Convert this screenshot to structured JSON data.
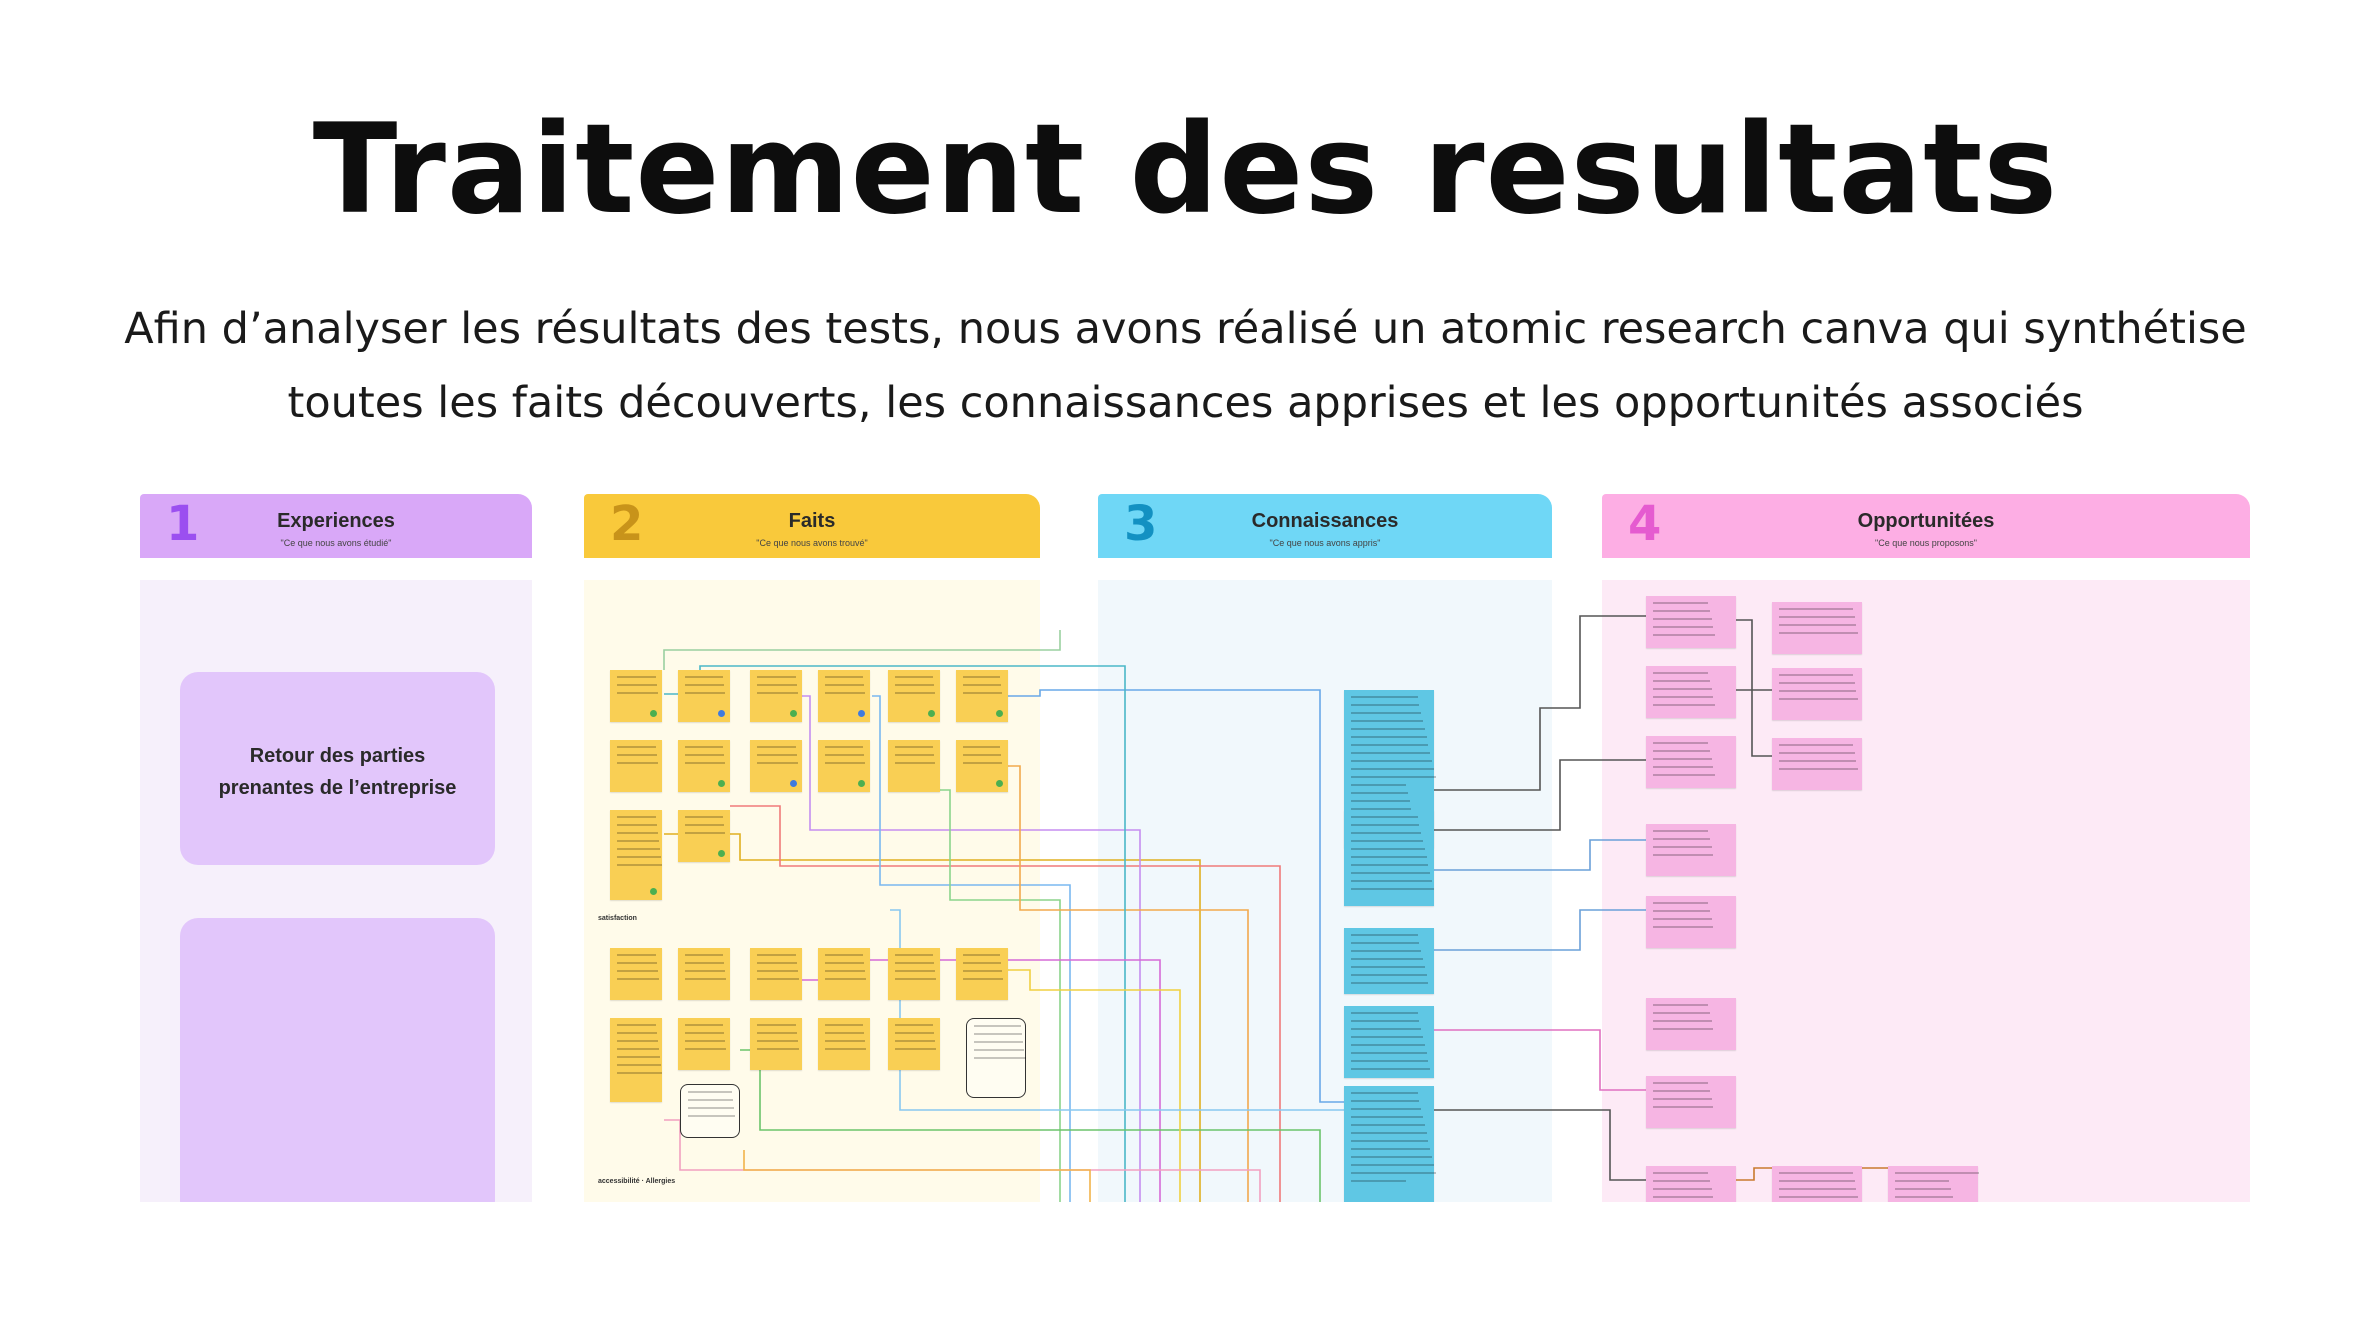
{
  "title": "Traitement des resultats",
  "subtitle": {
    "line1": "Afin d’analyser les résultats des tests, nous avons réalisé un atomic research canva qui synthétise",
    "line2": "toutes les faits découverts, les connaissances apprises et les opportunités associés"
  },
  "board": {
    "columns": [
      {
        "number": "1",
        "name": "Experiences",
        "tagline": "\"Ce que nous avons étudié\"",
        "color": "#d9a8f8",
        "number_color": "#9b4ff0",
        "background": "#f6f0fb"
      },
      {
        "number": "2",
        "name": "Faits",
        "tagline": "\"Ce que nous avons trouvé\"",
        "color": "#f9c93b",
        "number_color": "#c8931a",
        "background": "#fffbea"
      },
      {
        "number": "3",
        "name": "Connaissances",
        "tagline": "\"Ce que nous avons appris\"",
        "color": "#6fd7f6",
        "number_color": "#1391c2",
        "background": "#f1f8fc"
      },
      {
        "number": "4",
        "name": "Opportunitées",
        "tagline": "\"Ce que nous proposons\"",
        "color": "#fdaee4",
        "number_color": "#e55bd0",
        "background": "#fdeaf6"
      }
    ],
    "experiences": [
      {
        "label": "Retour des parties prenantes de l’entreprise"
      },
      {
        "label": ""
      }
    ],
    "section_labels": [
      "satisfaction",
      "accessibilité · Allergies"
    ]
  }
}
